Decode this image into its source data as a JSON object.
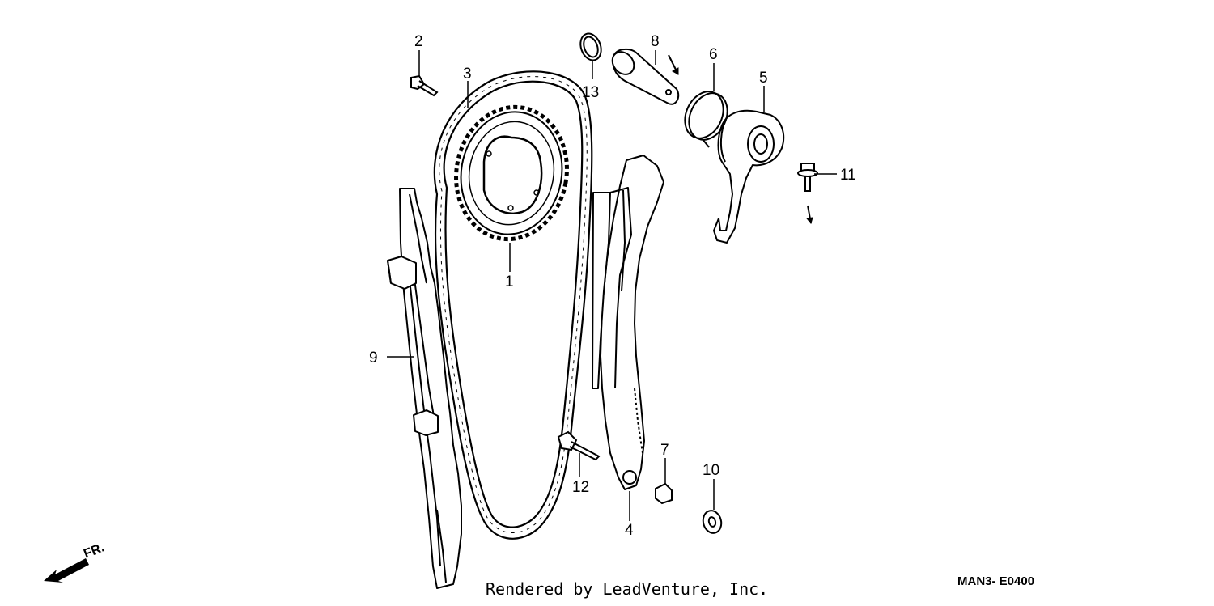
{
  "callouts": {
    "c1": "1",
    "c2": "2",
    "c3": "3",
    "c4": "4",
    "c5": "5",
    "c6": "6",
    "c7": "7",
    "c8": "8",
    "c9": "9",
    "c10": "10",
    "c11": "11",
    "c12": "12",
    "c13": "13"
  },
  "direction_label": "FR.",
  "footer": {
    "credit": "Rendered by LeadVenture, Inc.",
    "diagram_code": "MAN3- E0400"
  },
  "colors": {
    "ink": "#000000",
    "paper": "#ffffff"
  }
}
